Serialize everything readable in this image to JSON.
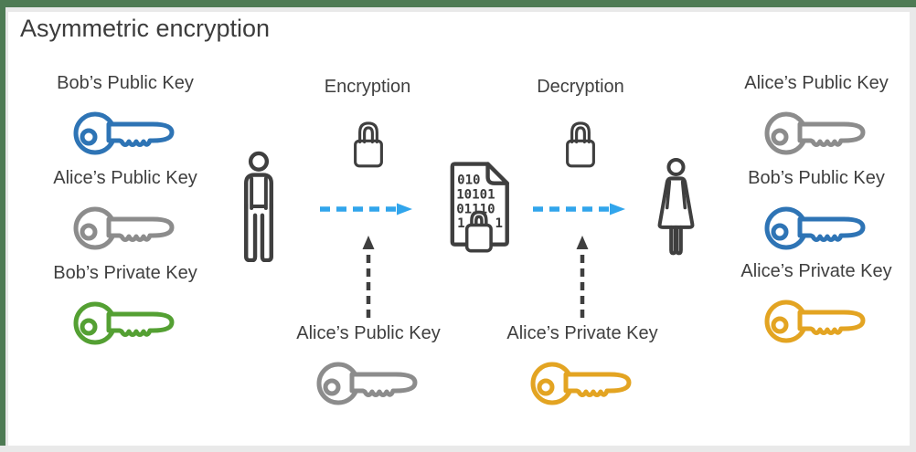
{
  "title": "Asymmetric encryption",
  "colors": {
    "frame_green": "#4e7b54",
    "frame_gray": "#e9e9e9",
    "ink": "#3f3f3f",
    "arrow_blue": "#31a5ec",
    "key_blue": "#2e74b5",
    "key_gray": "#8c8c8c",
    "key_green": "#54a033",
    "key_yellow": "#e3a422"
  },
  "flow": {
    "encryption_label": "Encryption",
    "decryption_label": "Decryption"
  },
  "sender_keys": [
    {
      "label": "Bob’s Public Key",
      "color": "#2e74b5"
    },
    {
      "label": "Alice’s Public Key",
      "color": "#8c8c8c"
    },
    {
      "label": "Bob’s Private Key",
      "color": "#54a033"
    }
  ],
  "receiver_keys": [
    {
      "label": "Alice’s Public Key",
      "color": "#8c8c8c"
    },
    {
      "label": "Bob’s Public Key",
      "color": "#2e74b5"
    },
    {
      "label": "Alice’s Private Key",
      "color": "#e3a422"
    }
  ],
  "operation_keys": [
    {
      "label": "Alice’s Public Key",
      "color": "#8c8c8c"
    },
    {
      "label": "Alice’s Private Key",
      "color": "#e3a422"
    }
  ],
  "ciphertext_document": {
    "binary_lines": [
      "010",
      "10101",
      "01110"
    ],
    "last_line_left": "1",
    "last_line_right": "1"
  }
}
